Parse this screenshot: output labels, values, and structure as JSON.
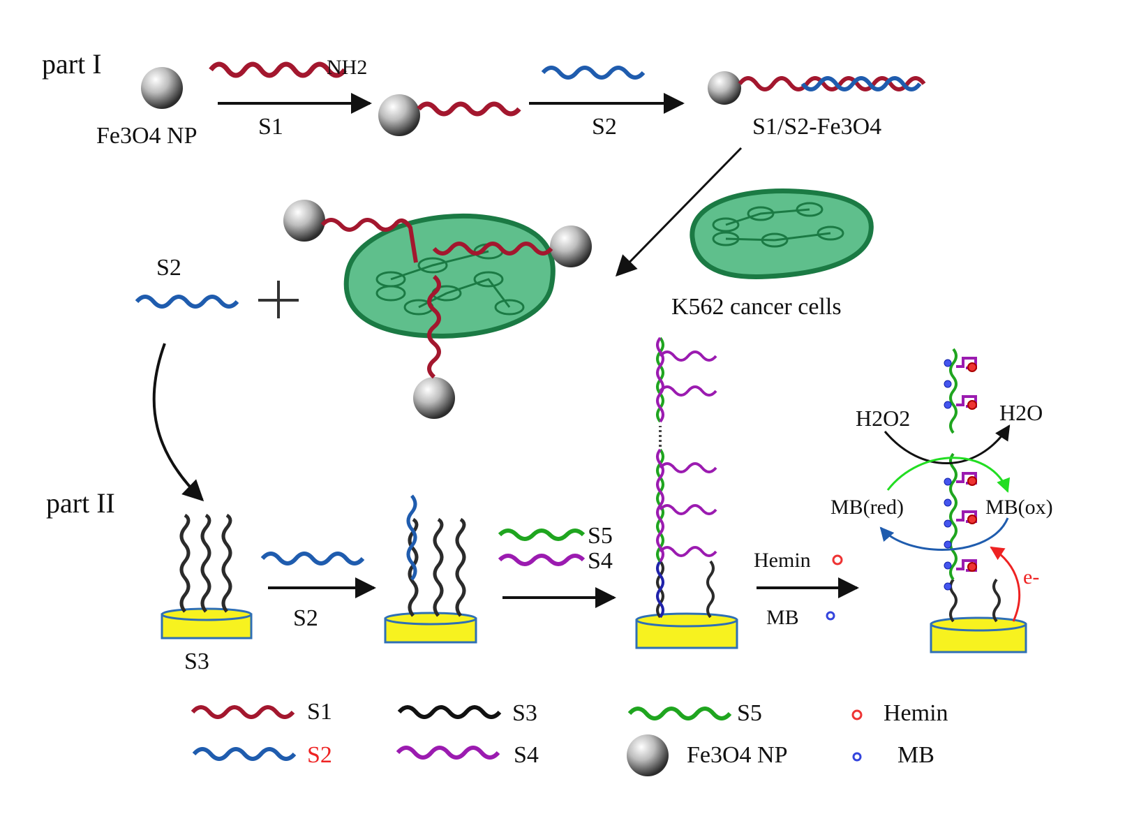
{
  "part1": {
    "title": "part I",
    "fe3o4_np_label": "Fe3O4 NP",
    "nh2_label": "NH2",
    "step_s1_label": "S1",
    "step_s2_label": "S2",
    "product_label": "S1/S2-Fe3O4"
  },
  "cells": {
    "s2_label": "S2",
    "k562_label": "K562 cancer cells"
  },
  "part2": {
    "title": "part II",
    "electrode_s3_label": "S3",
    "arrow_s2_label": "S2",
    "s5_label": "S5",
    "s4_label": "S4",
    "hemin_label": "Hemin",
    "mb_label": "MB",
    "h2o2_label": "H2O2",
    "h2o_label": "H2O",
    "mb_red_label": "MB(red)",
    "mb_ox_label": "MB(ox)",
    "electron_label": "e-"
  },
  "legend": {
    "s1": "S1",
    "s2": "S2",
    "s3": "S3",
    "s4": "S4",
    "s5": "S5",
    "fe3o4": "Fe3O4 NP",
    "hemin": "Hemin",
    "mb": "MB"
  },
  "colors": {
    "s1": "#a3172e",
    "s2": "#1f5cae",
    "s3": "#2b2b2b",
    "s4": "#9b1bb0",
    "s5": "#1fa51f",
    "cell_fill": "#5fbf8c",
    "cell_stroke": "#1b7a44",
    "electrode_fill": "#f7f21f",
    "electrode_stroke": "#2e6fb5",
    "hemin": "#ee3333",
    "mb": "#3344dd",
    "legend_s2_text": "#ee2222"
  }
}
